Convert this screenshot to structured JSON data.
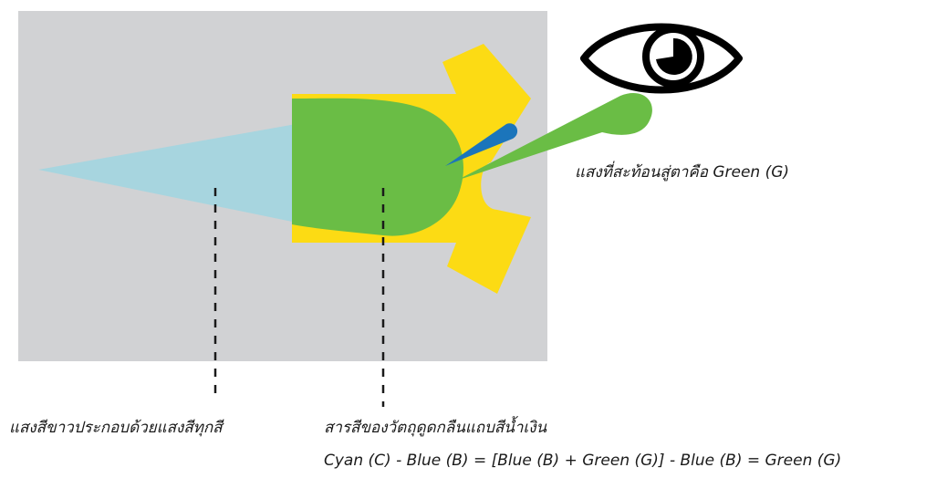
{
  "labels": {
    "reflected_light": "แสงที่สะท้อนสู่ตาคือ Green (G)",
    "white_light": "แสงสีขาวประกอบด้วยแสงสีทุกสี",
    "substance_absorbs": "สารสีของวัตถุดูดกลืนแถบสีน้ำเงิน",
    "equation": "Cyan (C) - Blue (B) = [Blue (B) + Green (G)] - Blue (B) = Green (G)"
  },
  "colors": {
    "background_panel": "#d1d2d4",
    "object_yellow": "#fcdb14",
    "light_beam_cyan": "#a7d5df",
    "green_light": "#6abd45",
    "blue_absorbed": "#1b75bb",
    "eye": "#000000"
  }
}
